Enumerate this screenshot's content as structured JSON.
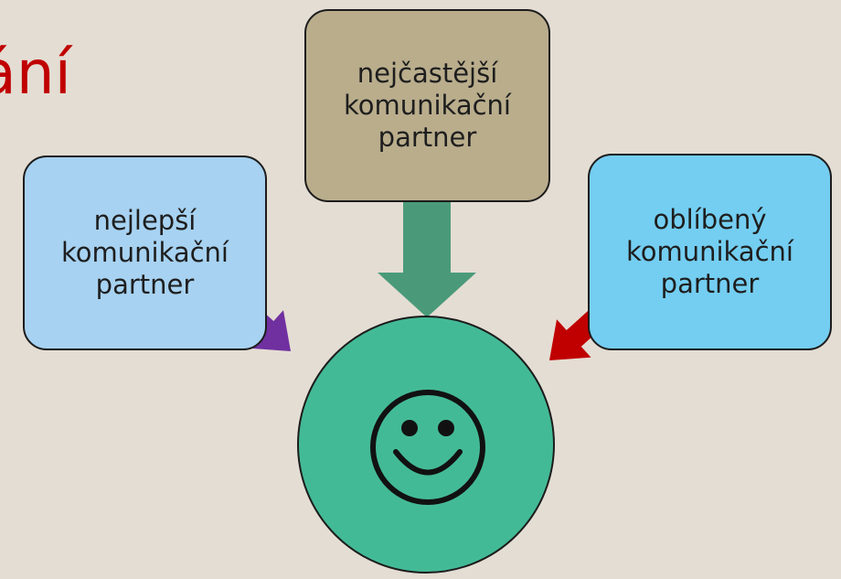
{
  "title": {
    "visible_fragment": "ání",
    "color": "#c00000"
  },
  "diagram": {
    "boxes": [
      {
        "id": "left",
        "lines": [
          "nejlepší",
          "komunikační",
          "partner"
        ],
        "fill": "#a7d2f1"
      },
      {
        "id": "top",
        "lines": [
          "nejčastější",
          "komunikační",
          "partner"
        ],
        "fill": "#b9ad8c"
      },
      {
        "id": "right",
        "lines": [
          "oblíbený",
          "komunikační",
          "partner"
        ],
        "fill": "#74cef1"
      }
    ],
    "arrows": [
      {
        "from": "left",
        "color": "#7030a0"
      },
      {
        "from": "top",
        "color": "#4a9a7a"
      },
      {
        "from": "right",
        "color": "#c00000"
      }
    ],
    "center": {
      "icon": "smiley-face-icon",
      "fill": "#43ba96"
    }
  },
  "colors": {
    "background": "#e4ddd3",
    "outline": "#1c1c1c",
    "text": "#1e1e1e"
  }
}
